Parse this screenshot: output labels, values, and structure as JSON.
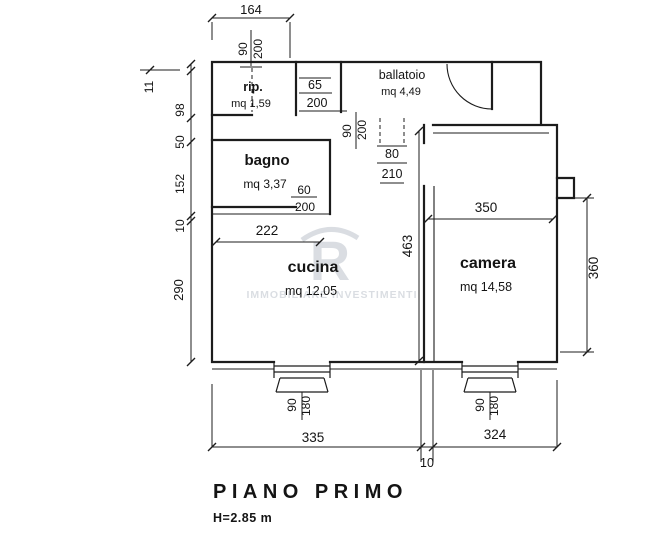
{
  "plan": {
    "title": "PIANO PRIMO",
    "height_note": "H=2.85 m"
  },
  "rooms": {
    "rip": {
      "name": "rip.",
      "area": "mq 1,59"
    },
    "ballatoio": {
      "name": "ballatoio",
      "area": "mq 4,49"
    },
    "bagno": {
      "name": "bagno",
      "area": "mq 3,37"
    },
    "cucina": {
      "name": "cucina",
      "area": "mq 12,05"
    },
    "camera": {
      "name": "camera",
      "area": "mq 14,58"
    }
  },
  "dims": {
    "top_width": "164",
    "rip_door_w": "90",
    "rip_door_h": "200",
    "entry_door_w": "65",
    "entry_door_h": "200",
    "hall_door_w": "90",
    "hall_door_h": "200",
    "camera_door_w": "80",
    "camera_door_h": "210",
    "bagno_door_w": "60",
    "bagno_door_h": "200",
    "camera_w": "350",
    "cucina_w": "222",
    "inner_h": "463",
    "camera_h": "360",
    "left_offset": "11",
    "left_rip_h": "98",
    "left_gap": "50",
    "left_bagno_h": "152",
    "left_wall": "10",
    "left_cucina_h": "290",
    "win1_w": "90",
    "win1_h": "180",
    "win2_w": "90",
    "win2_h": "180",
    "bottom_left_w": "335",
    "bottom_right_w": "324",
    "wall_thickness": "10"
  },
  "watermark": {
    "logo": "R",
    "text": "IMMOBILIARE INVESTIMENTI"
  },
  "colors": {
    "line": "#1c1c1c",
    "watermark": "#8d99a8",
    "background": "#ffffff"
  }
}
